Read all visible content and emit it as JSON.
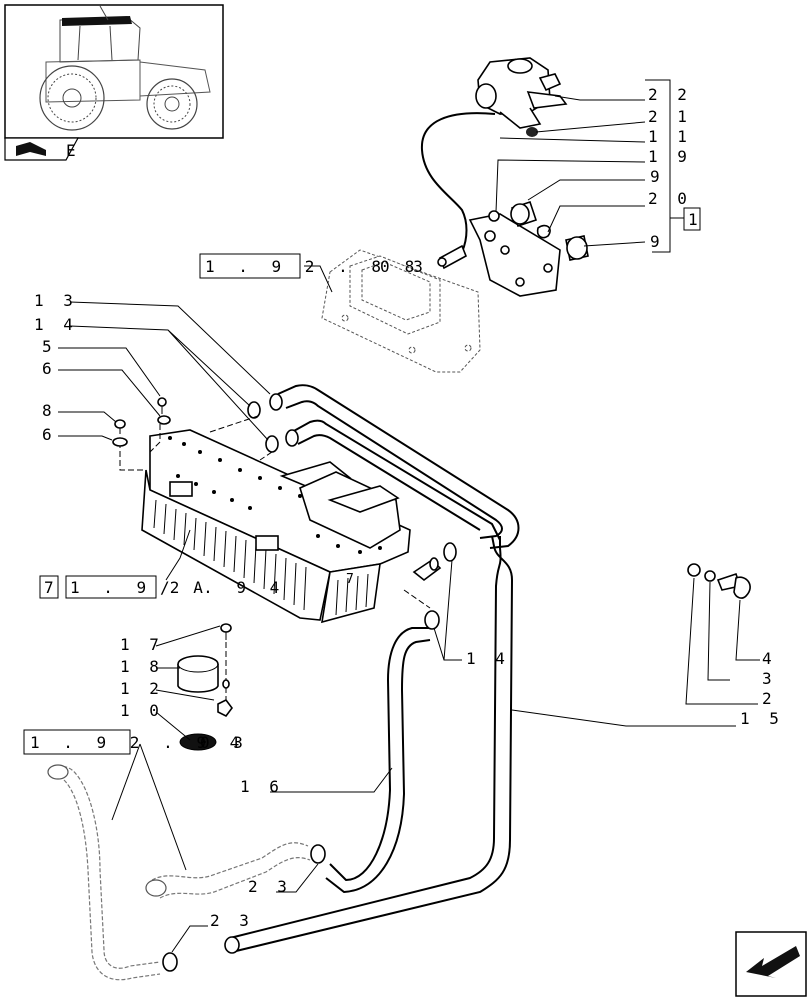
{
  "refs": {
    "ref_1_92_88": "1 . 9 2 . 8 8",
    "ref_1_92_88_suffix": "0 3",
    "ref_1_92_94_a_prefix": "7",
    "ref_1_92_94_a": "1 . 9 2 . 9 4",
    "ref_1_92_94_a_suffix": "/ A",
    "ref_1_92_94": "1 . 9 2 . 9 4",
    "ref_1_92_94_suffix": "0 3",
    "group_box": "1",
    "thumb_suffix": "E"
  },
  "labels": {
    "l22": "2 2",
    "l21": "2 1",
    "l11": "1 1",
    "l19": "1 9",
    "l9a": "9",
    "l20": "2 0",
    "l9b": "9",
    "l13": "1 3",
    "l14a": "1 4",
    "l5": "5",
    "l6a": "6",
    "l8": "8",
    "l6b": "6",
    "l17": "1 7",
    "l18": "1 8",
    "l12": "1 2",
    "l10": "1 0",
    "l14b": "1 4",
    "l4": "4",
    "l3": "3",
    "l2": "2",
    "l15": "1 5",
    "l16": "1 6",
    "l23a": "2 3",
    "l23b": "2 3"
  }
}
